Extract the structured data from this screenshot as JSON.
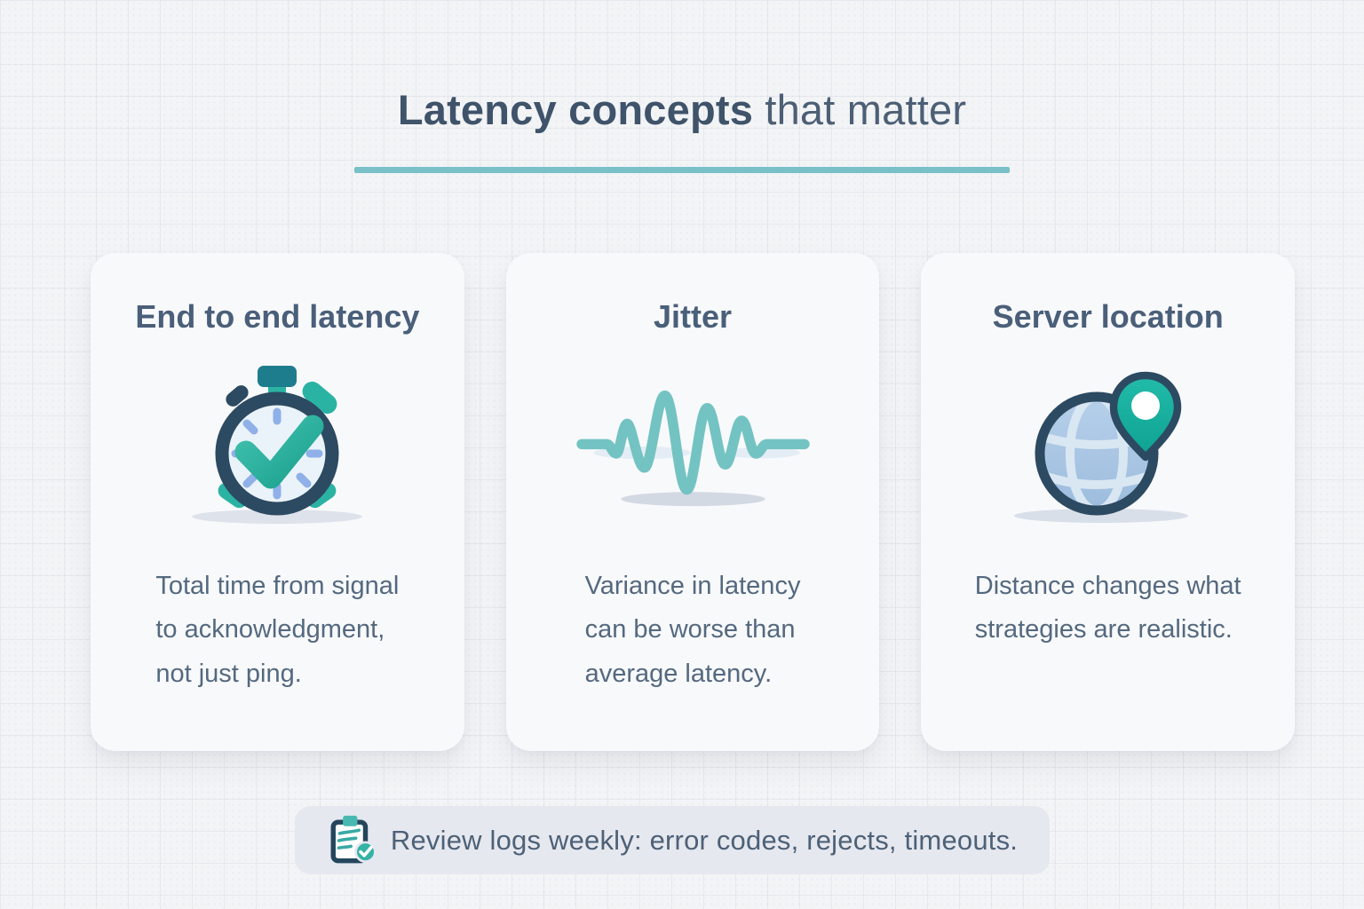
{
  "header": {
    "title_bold": "Latency concepts",
    "title_rest": " that matter"
  },
  "cards": [
    {
      "title": "End to end latency",
      "icon": "stopwatch-check-icon",
      "body_lines": [
        "Total time from signal",
        "to acknowledgment,",
        "not just ping."
      ]
    },
    {
      "title": "Jitter",
      "icon": "jitter-waveform-icon",
      "body_lines": [
        "Variance in latency",
        "can be worse than",
        "average latency."
      ]
    },
    {
      "title": "Server location",
      "icon": "globe-location-pin-icon",
      "body_lines": [
        "Distance changes what",
        "strategies are realistic."
      ]
    }
  ],
  "footer": {
    "icon": "checklist-clipboard-icon",
    "text": "Review logs weekly: error codes, rejects, timeouts."
  },
  "colors": {
    "page_background": "#f3f4f6",
    "card_background": "#f8f9fb",
    "footer_background": "#e6e8ef",
    "title_text": "#42556b",
    "card_heading_text": "#4a5f79",
    "body_text": "#54697f",
    "divider_teal": "#79c0c8",
    "wave_teal": "#74c3c3",
    "check_teal": "#23ac9b",
    "pin_teal": "#16b3a6",
    "navy_outline": "#2c4a61",
    "globe_blue": "#a9c6e3",
    "tick_blue": "#8fb0e8"
  }
}
